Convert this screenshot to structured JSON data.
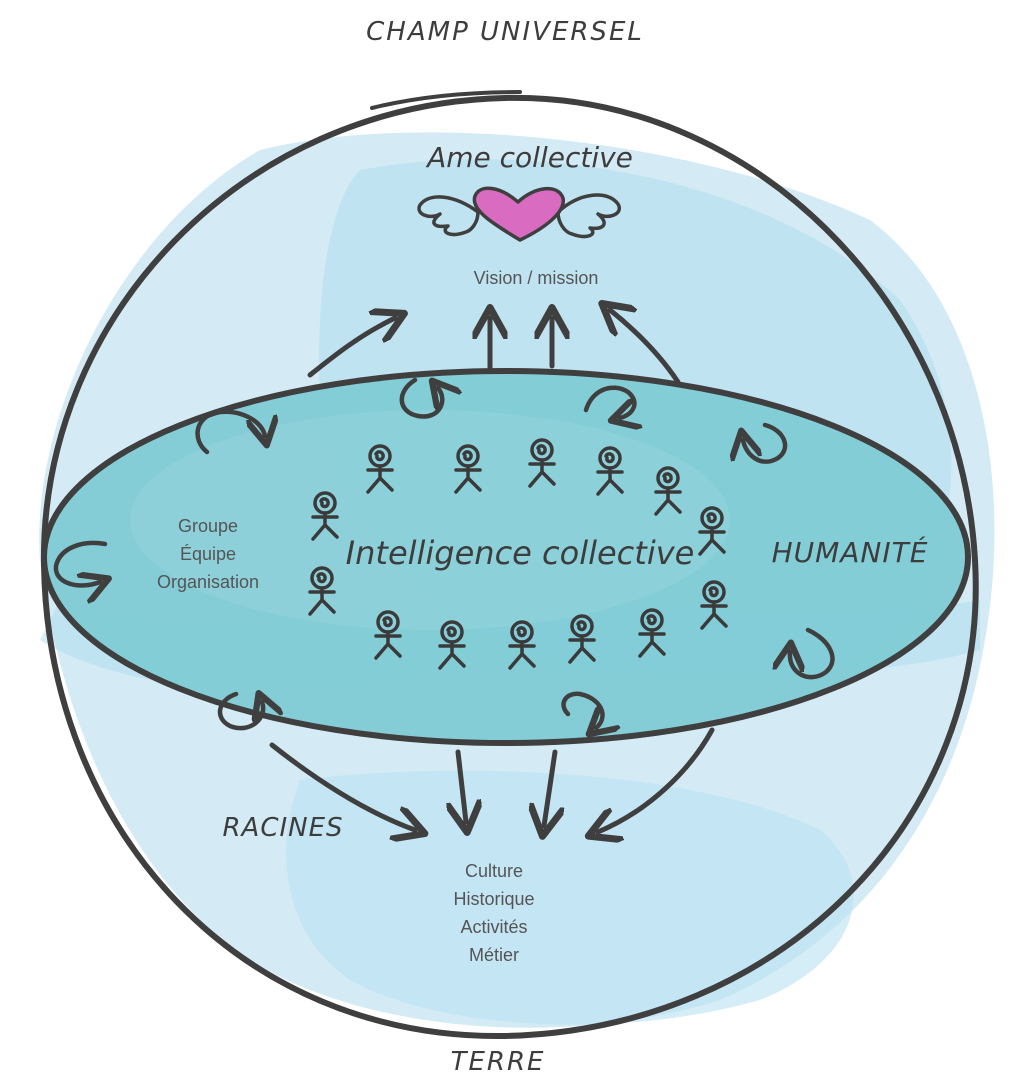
{
  "title": "CHAMP UNIVERSEL",
  "top_label": "Ame collective",
  "vision": "Vision / mission",
  "group_lines": [
    "Groupe",
    "Équipe",
    "Organisation"
  ],
  "center_label": "Intelligence collective",
  "right_label": "HUMANITÉ",
  "roots_label": "RACINES",
  "roots_lines": [
    "Culture",
    "Historique",
    "Activités",
    "Métier"
  ],
  "bottom_label": "TERRE",
  "colors": {
    "outline": "#3f3f3f",
    "wash_light": "#cfe9f5",
    "wash_mid": "#aedcef",
    "disc": "#7fcbd5",
    "heart": "#d96bc0"
  },
  "icons": [
    "heart-wings-icon",
    "person-icon",
    "cycle-arrow-icon",
    "arrow-icon"
  ]
}
